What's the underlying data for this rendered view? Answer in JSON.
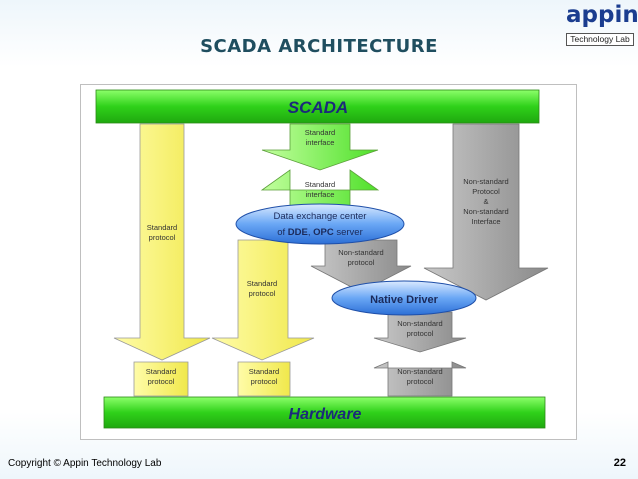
{
  "slide": {
    "title": "SCADA ARCHITECTURE",
    "logo": {
      "word": "appin",
      "subtitle": "Technology Lab"
    },
    "footer": {
      "copyright": "Copyright © Appin Technology Lab",
      "page_number": "22"
    }
  },
  "diagram": {
    "top_bar": "SCADA",
    "bottom_bar": "Hardware",
    "data_exchange": {
      "line1": "Data exchange center",
      "line2_prefix": "of ",
      "dde": "DDE",
      "sep": ", ",
      "opc": "OPC",
      "line2_suffix": " server"
    },
    "native_driver": "Native Driver",
    "labels": {
      "std_interface_1": [
        "Standard",
        "interface"
      ],
      "std_interface_2": [
        "Standard",
        "interface"
      ],
      "std_protocol_left": [
        "Standard",
        "protocol"
      ],
      "std_protocol_mid": [
        "Standard",
        "protocol"
      ],
      "nonstd_protocol_1": [
        "Non-standard",
        "protocol"
      ],
      "nonstd_protocol_2": [
        "Non-standard",
        "protocol"
      ],
      "nonstd_protocol_3": [
        "Non-standard",
        "protocol"
      ],
      "nonstd_right": [
        "Non-standard",
        "Protocol",
        "&",
        "Non-standard",
        "Interface"
      ],
      "std_protocol_bottom_1": [
        "Standard",
        "protocol"
      ],
      "std_protocol_bottom_2": [
        "Standard",
        "protocol"
      ]
    },
    "colors": {
      "green": "#39e01f",
      "yellow": "#f8f56a",
      "gray": "#9c9c9c",
      "blue": "#2f7fe6"
    }
  }
}
